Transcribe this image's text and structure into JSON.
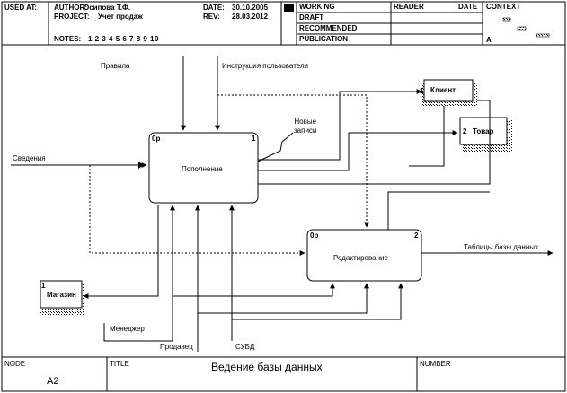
{
  "header": {
    "used_at_label": "USED AT:",
    "author_label": "AUTHOR:",
    "author": "Осипова Т.Ф.",
    "project_label": "PROJECT:",
    "project": "Учет продаж",
    "date_label": "DATE:",
    "date": "30.10.2005",
    "rev_label": "REV:",
    "rev": "28.03.2012",
    "notes_label": "NOTES:",
    "notes": "1  2  3  4  5  6  7  8  9  10",
    "status_working": "WORKING",
    "status_draft": "DRAFT",
    "status_recommended": "RECOMMENDED",
    "status_publication": "PUBLICATION",
    "reader_label": "READER",
    "date2_label": "DATE",
    "context_label": "CONTEXT",
    "context_code": "A"
  },
  "diagram": {
    "inputs": {
      "rules": "Правила",
      "user_manual": "Инструкция пользователя",
      "info": "Сведения",
      "new_records": "Новые\nзаписи",
      "manager": "Менеджер",
      "seller": "Продавец",
      "dbms": "СУБД",
      "tables": "Таблицы  базы  данных"
    },
    "boxes": {
      "fill": {
        "num": "0р",
        "corner": "1",
        "label": "Пополнение"
      },
      "edit": {
        "num": "0р",
        "corner": "2",
        "label": "Редактирование"
      }
    },
    "tunnels": {
      "client": {
        "num": "1",
        "label": "Клиент"
      },
      "product": {
        "num": "2",
        "label": "Товар"
      },
      "store": {
        "num": "1",
        "label": "Магазин"
      }
    }
  },
  "footer": {
    "node_label": "NODE",
    "node": "A2",
    "title_label": "TITLE",
    "title": "Ведение базы данных",
    "number_label": "NUMBER"
  }
}
